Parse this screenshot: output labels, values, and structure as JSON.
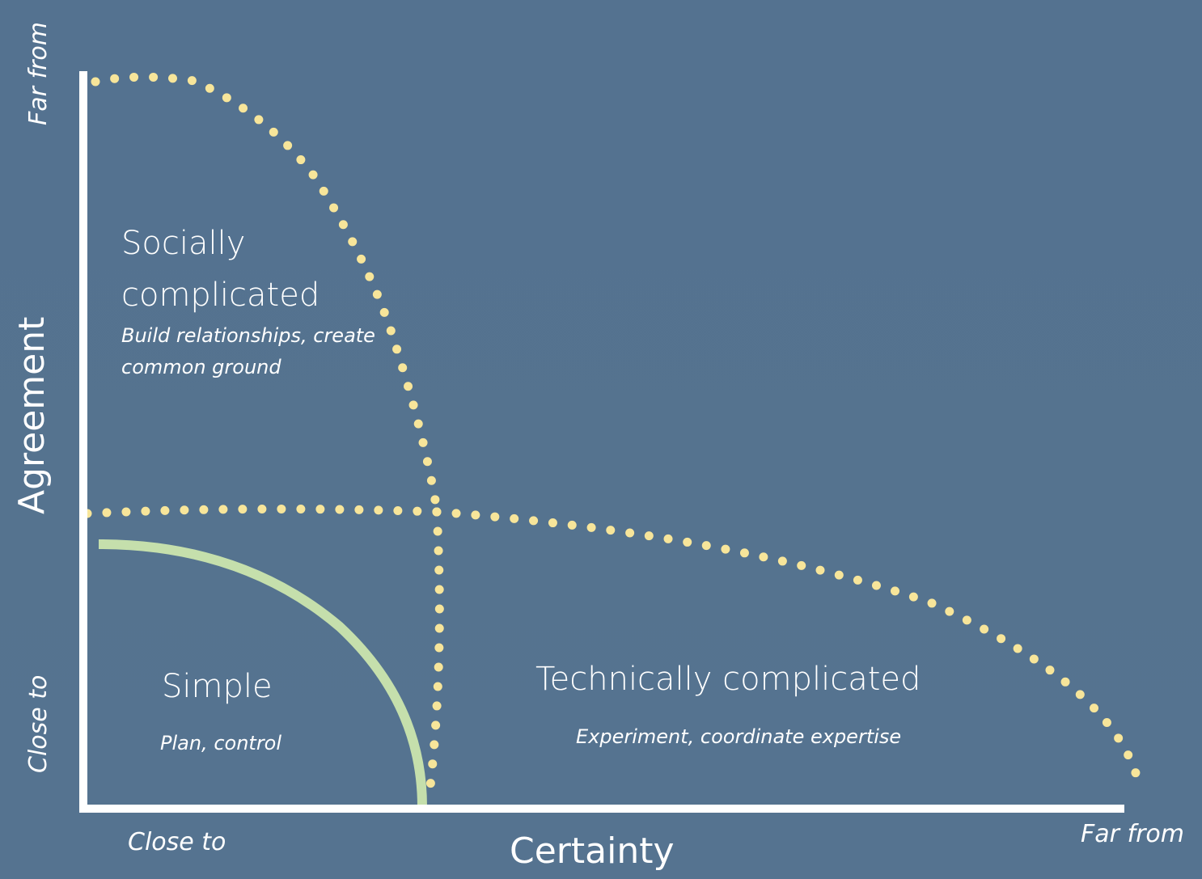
{
  "regions": {
    "socially": {
      "title_lines": [
        "Socially",
        "complicated"
      ],
      "subtitle_lines": [
        "Build relationships, create",
        "common ground"
      ]
    },
    "simple": {
      "title": "Simple",
      "subtitle": "Plan, control"
    },
    "technically": {
      "title": "Technically complicated",
      "subtitle": "Experiment, coordinate expertise"
    }
  },
  "x_axis": {
    "title": "Certainty",
    "low_label": "Close to",
    "high_label": "Far from"
  },
  "y_axis": {
    "title": "Agreement",
    "low_label": "Close to",
    "high_label": "Far from"
  },
  "colors": {
    "background": "#557390",
    "axis": "#ffffff",
    "dotted_boundary": "#f7e59a",
    "simple_boundary": "#c5dfac",
    "text": "#ffffff"
  }
}
